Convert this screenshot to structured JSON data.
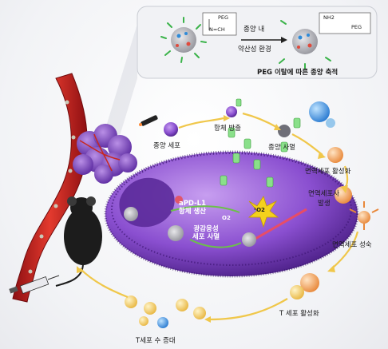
{
  "inset": {
    "peg_left": "PEG",
    "imine": "N=CH",
    "nh2": "NH2",
    "peg_right": "PEG",
    "arrow_top": "종양 내",
    "arrow_bottom": "약산성 환경",
    "caption": "PEG 이탈에 따른 종양 축적"
  },
  "labels": {
    "tumor_cell": "종양 세포",
    "antibody_release": "항체 방출",
    "tumor_death": "종양 사멸",
    "immune_activation": "면역세포 활성화",
    "immune_death_line1": "면역세포사",
    "immune_death_line2": "발생",
    "immune_maturation": "면역세포 성숙",
    "t_cell_activation": "T 세포 활성화",
    "t_cell_proliferation": "T세포 수 증대",
    "apdl1_line1": "aPD-L1",
    "apdl1_line2": "항체 생산",
    "pdt_line1": "광감응성",
    "pdt_line2": "세포 사멸",
    "o2": "O2",
    "singlet_oxygen": "¹O2"
  },
  "colors": {
    "cell": "#8a4fd0",
    "vessel": "#e33a2e",
    "peg": "#3bb34a",
    "arrow": "#f0c74a",
    "laser": "#ff4b4b",
    "ros": "#f4d11c"
  }
}
